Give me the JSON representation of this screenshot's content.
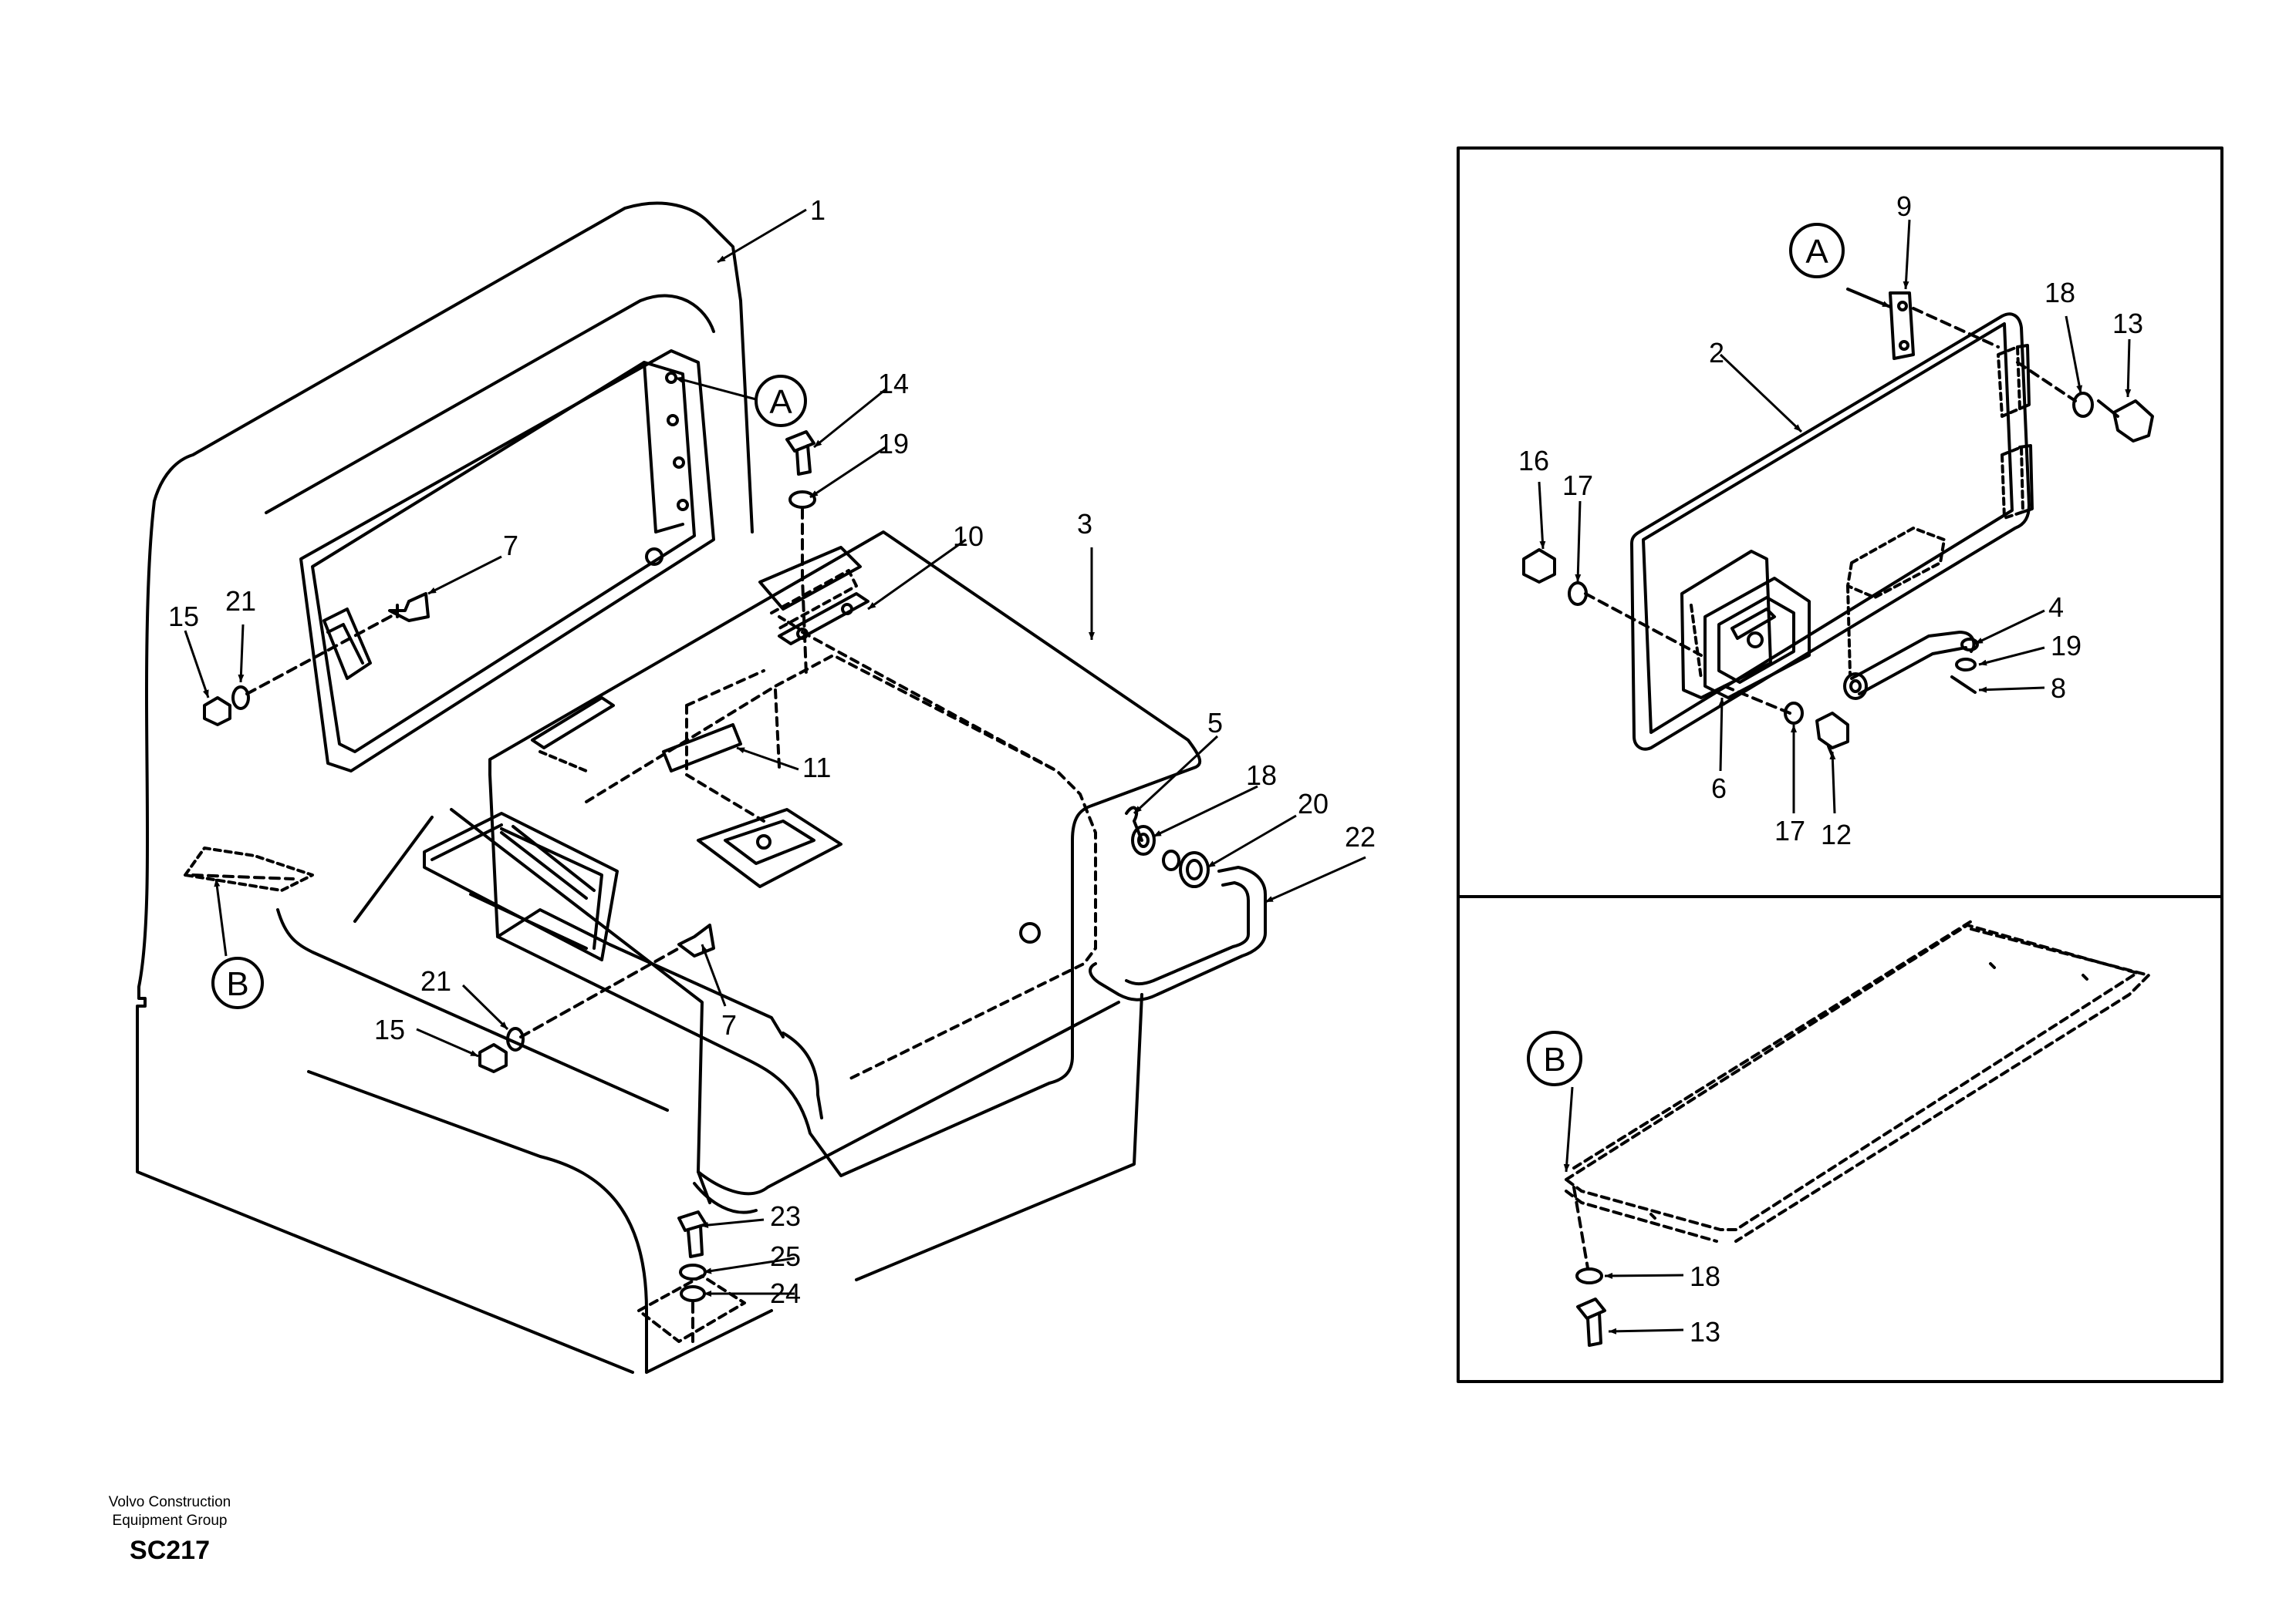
{
  "footer": {
    "company_line1": "Volvo Construction",
    "company_line2": "Equipment Group",
    "code": "SC217"
  },
  "callouts": {
    "a": "A",
    "b": "B"
  },
  "main_labels": {
    "p1": "1",
    "p3": "3",
    "p5": "5",
    "p7a": "7",
    "p7b": "7",
    "p10": "10",
    "p11": "11",
    "p14": "14",
    "p15a": "15",
    "p15b": "15",
    "p18": "18",
    "p19": "19",
    "p20": "20",
    "p21a": "21",
    "p21b": "21",
    "p22": "22",
    "p23": "23",
    "p24": "24",
    "p25": "25"
  },
  "detail_a_labels": {
    "p2": "2",
    "p4": "4",
    "p6": "6",
    "p8": "8",
    "p9": "9",
    "p12": "12",
    "p13": "13",
    "p16": "16",
    "p17a": "17",
    "p17b": "17",
    "p18": "18",
    "p19": "19"
  },
  "detail_b_labels": {
    "p18": "18",
    "p13": "13"
  }
}
